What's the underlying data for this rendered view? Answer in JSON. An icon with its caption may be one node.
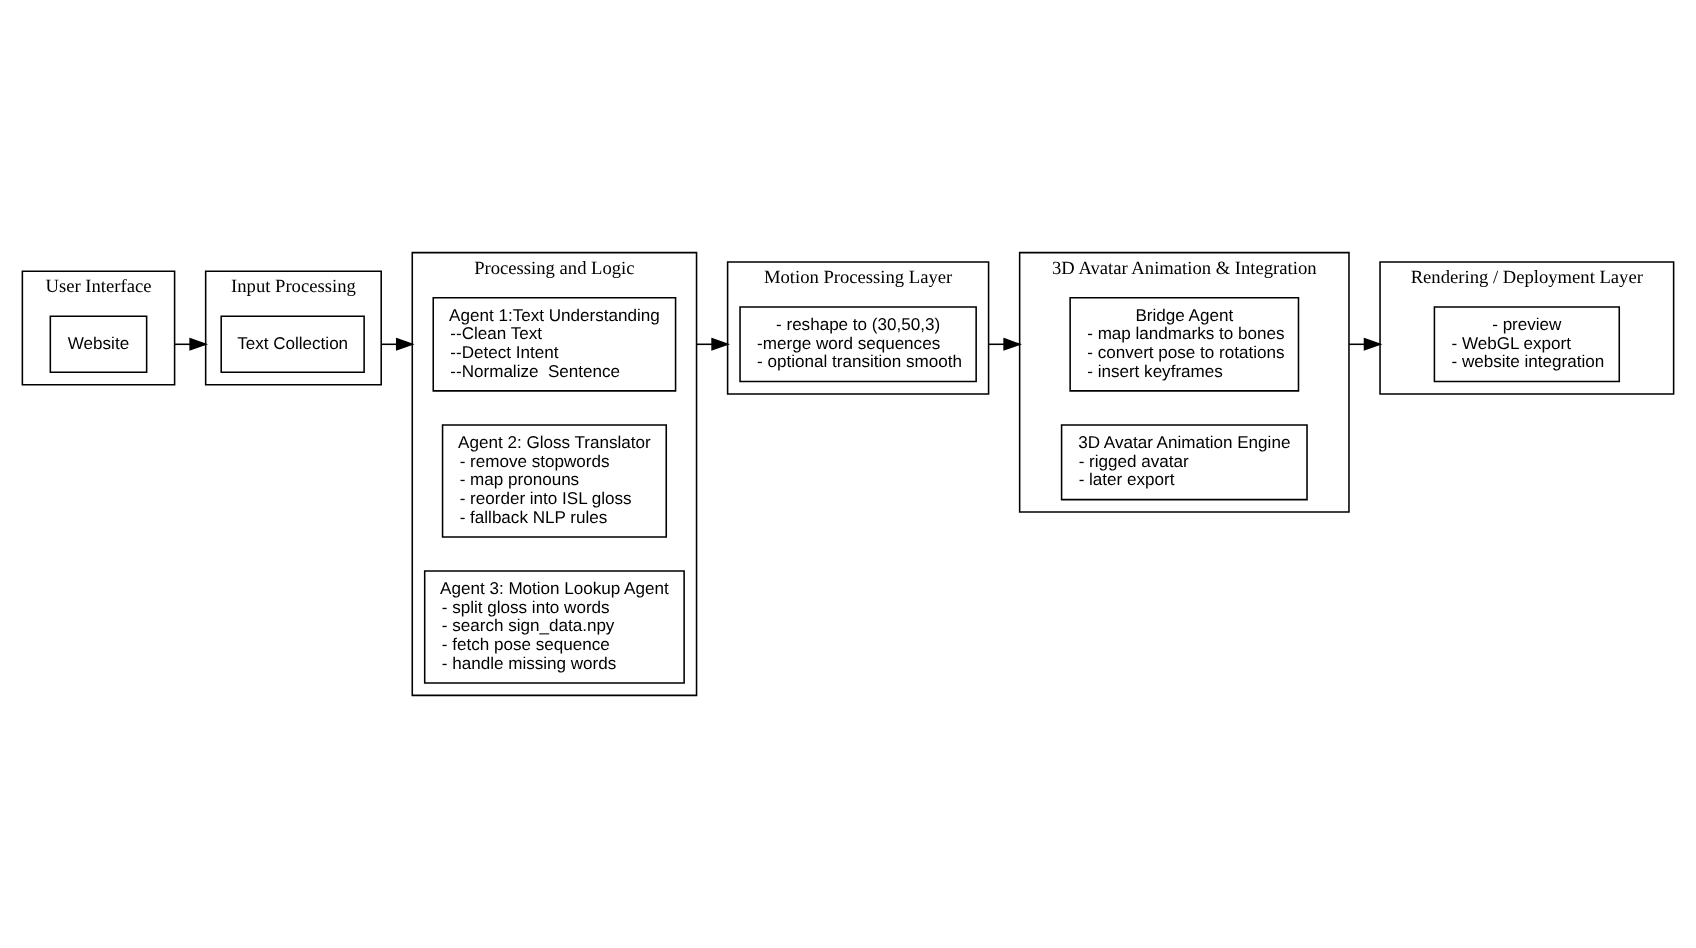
{
  "diagram": {
    "nodes": [
      {
        "text": [
          "User Interface"
        ]
      },
      {
        "text": [
          "Website"
        ],
        "in": 0
      },
      {
        "text": [
          "Input Processing"
        ]
      },
      {
        "text": [
          "Text Collection"
        ],
        "in": 2
      },
      {
        "text": [
          "Processing and Logic"
        ]
      },
      {
        "text": [
          "Agent 1:Text Understanding",
          "--Clean Text",
          "--Detect Intent",
          "--Normalize  Sentence"
        ],
        "in": 4
      },
      {
        "text": [
          "Agent 2: Gloss Translator",
          "- remove stopwords",
          "- map pronouns",
          "- reorder into ISL gloss",
          "- fallback NLP rules"
        ],
        "in": 4
      },
      {
        "text": [
          "Agent 3: Motion Lookup Agent",
          "- split gloss into words",
          "- search sign_data.npy",
          "- fetch pose sequence",
          "- handle missing words"
        ],
        "in": 4
      },
      {
        "text": [
          "Motion Processing Layer"
        ]
      },
      {
        "text": [
          "- reshape to (30,50,3)",
          "-merge word sequences",
          "- optional transition smooth"
        ],
        "in": 8
      },
      {
        "text": [
          "3D Avatar Animation & Integration"
        ]
      },
      {
        "text": [
          "Bridge Agent",
          "- map landmarks to bones",
          "- convert pose to rotations",
          "- insert keyframes"
        ],
        "in": 10
      },
      {
        "text": [
          "3D Avatar Animation Engine",
          "- rigged avatar",
          "- later export"
        ],
        "in": 10
      },
      {
        "text": [
          "Rendering / Deployment Layer"
        ]
      },
      {
        "text": [
          "- preview",
          "- WebGL export",
          "- website integration"
        ],
        "in": 13
      }
    ],
    "edges": [
      {
        "from": 0,
        "to": 2,
        "arrow": "to"
      },
      {
        "from": 2,
        "to": 4,
        "arrow": "to"
      },
      {
        "from": 4,
        "to": 8,
        "arrow": "to"
      },
      {
        "from": 8,
        "to": 10,
        "arrow": "to"
      },
      {
        "from": 10,
        "to": 13,
        "arrow": "to"
      }
    ]
  }
}
